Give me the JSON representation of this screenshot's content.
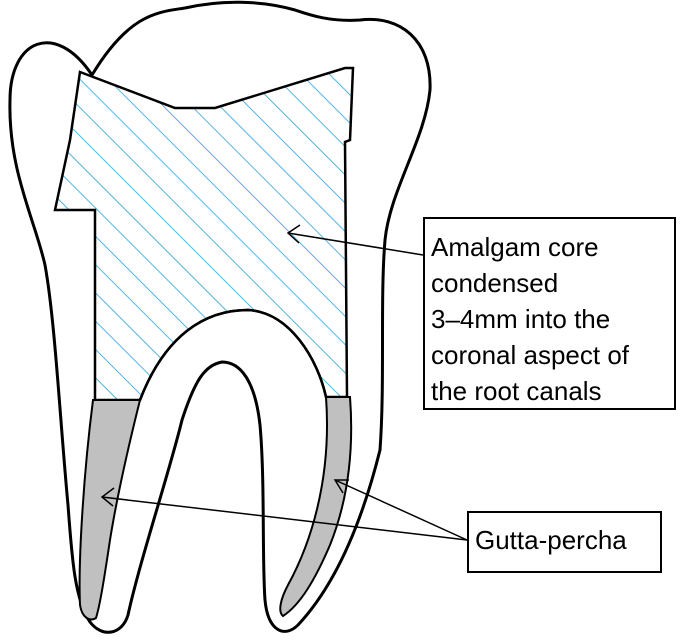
{
  "labels": {
    "amalgam": {
      "lines": [
        "Amalgam core",
        "condensed",
        "3–4mm into the",
        "coronal aspect of",
        "the root canals"
      ]
    },
    "gutta_percha": {
      "text": "Gutta-percha"
    }
  },
  "colors": {
    "outline": "#000000",
    "hatch": "#2aa3d8",
    "gutta_percha_fill": "#c0c0c0",
    "background": "#ffffff"
  }
}
